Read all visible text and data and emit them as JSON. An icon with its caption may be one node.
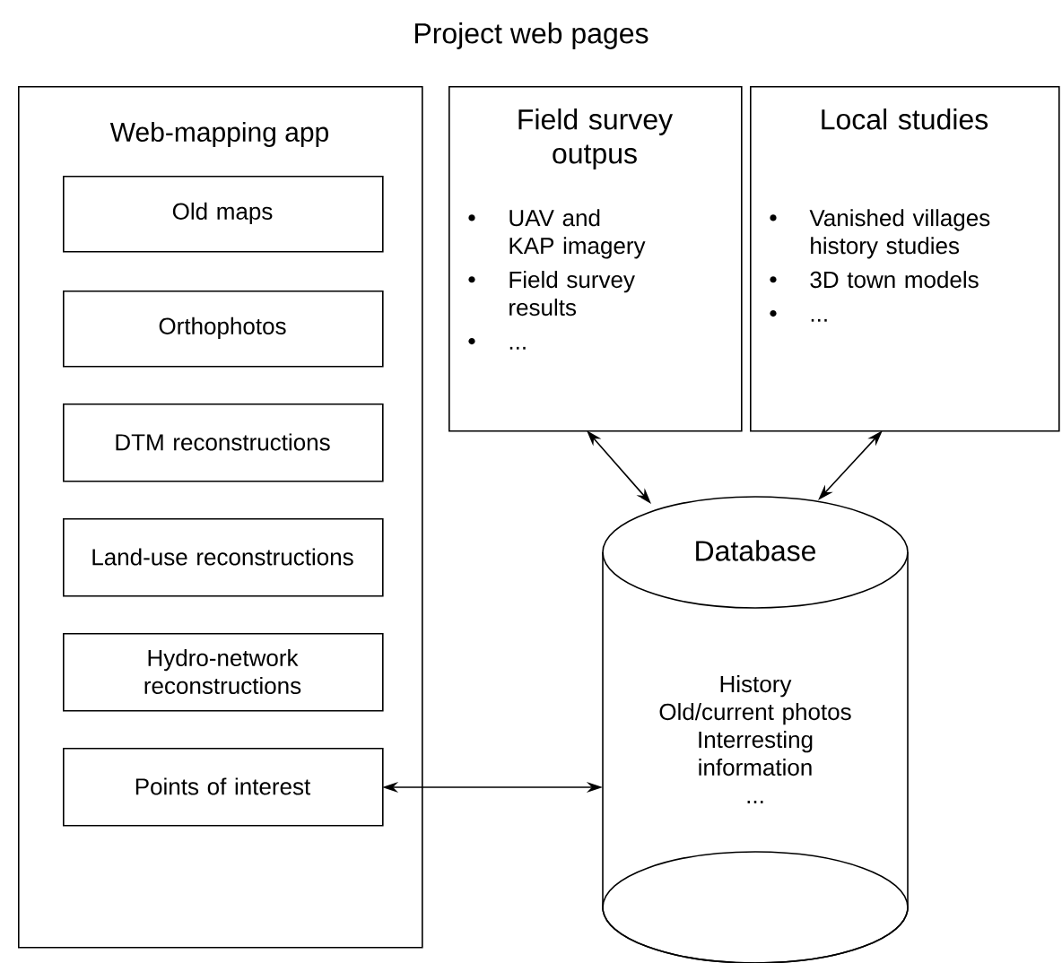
{
  "diagram": {
    "title": "Project web pages",
    "nodes": [
      {
        "text": [
          "Web-mapping app"
        ]
      },
      {
        "text": [
          "Old maps"
        ],
        "in": 0
      },
      {
        "text": [
          "Orthophotos"
        ],
        "in": 0
      },
      {
        "text": [
          "DTM reconstructions"
        ],
        "in": 0
      },
      {
        "text": [
          "Land-use reconstructions"
        ],
        "in": 0
      },
      {
        "text": [
          "Hydro-network reconstructions"
        ],
        "in": 0
      },
      {
        "text": [
          "Points of interest"
        ],
        "in": 0
      },
      {
        "text": [
          "Field survey outpus",
          "UAV and KAP imagery",
          "Field survey results",
          "..."
        ]
      },
      {
        "text": [
          "Local studies",
          "Vanished villages history studies",
          "3D town models",
          "..."
        ]
      },
      {
        "text": [
          "Database",
          "History",
          "Old/current photos",
          "Interresting information",
          "..."
        ]
      }
    ],
    "edges": [
      {
        "from": 7,
        "to": 9,
        "arrow": "both"
      },
      {
        "from": 8,
        "to": 9,
        "arrow": "both"
      },
      {
        "from": 6,
        "to": 9,
        "arrow": "both"
      }
    ]
  }
}
